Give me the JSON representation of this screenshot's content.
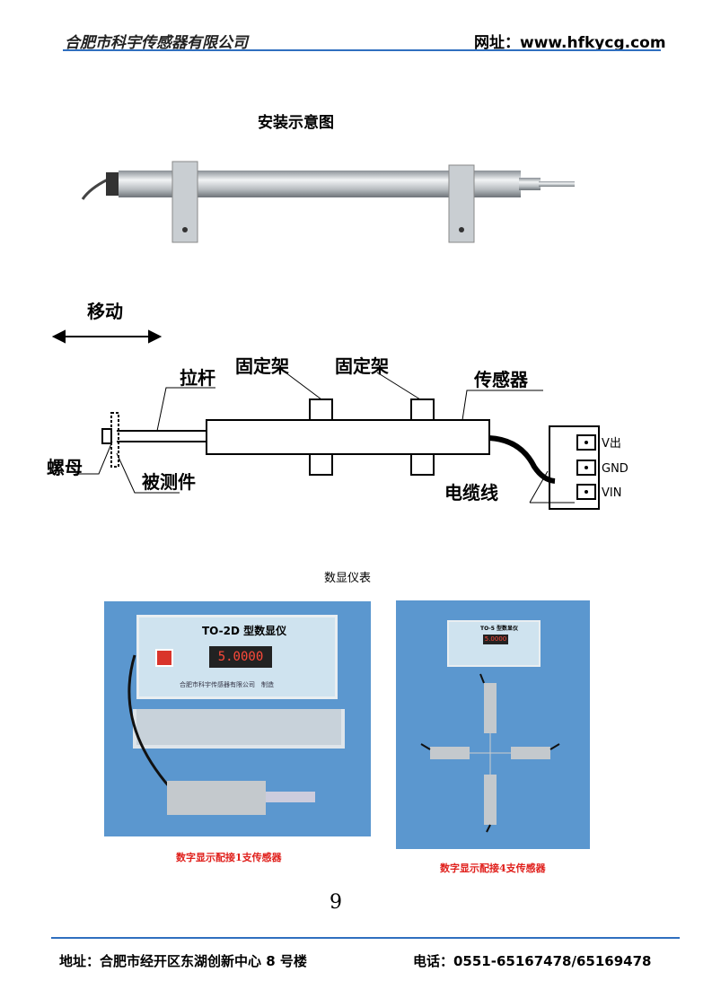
{
  "header": {
    "company": "合肥市科宇传感器有限公司",
    "website": "网址：www.hfkycg.com"
  },
  "install": {
    "title": "安装示意图"
  },
  "diagram": {
    "move": "移动",
    "rod": "拉杆",
    "bracket1": "固定架",
    "bracket2": "固定架",
    "sensor": "传感器",
    "nut": "螺母",
    "measured": "被测件",
    "cable": "电缆线",
    "v_out": "V出",
    "gnd": "GND",
    "v_in": "VIN"
  },
  "display": {
    "title": "数显仪表",
    "left": {
      "model": "TO-2D 型数显仪",
      "reading": "5.0000",
      "maker": "合肥市科宇传感器有限公司　制造",
      "caption": "数字显示配接1支传感器"
    },
    "right": {
      "model": "TO-5 型数显仪",
      "reading": "5.0000",
      "caption": "数字显示配接4支传感器"
    }
  },
  "page_number": "9",
  "footer": {
    "address": "地址：合肥市经开区东湖创新中心 8 号楼",
    "phone": "电话：0551-65167478/65169478"
  }
}
